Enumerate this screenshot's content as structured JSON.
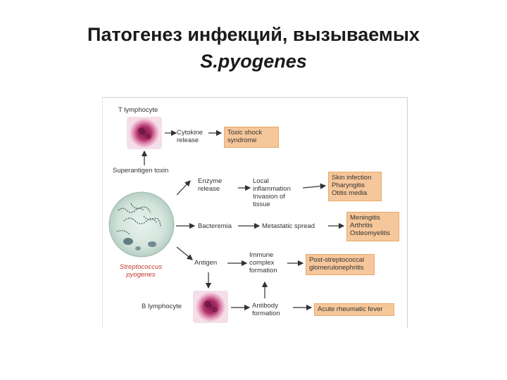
{
  "slide": {
    "title_line1": "Патогенез инфекций, вызываемых",
    "title_line2": "S.pyogenes"
  },
  "diagram": {
    "t_lymphocyte": "T lymphocyte",
    "b_lymphocyte": "B lymphocyte",
    "superantigen": "Superantigen toxin",
    "cytokine": "Cytokine\nrelease",
    "enzyme": "Enzyme\nrelease",
    "bacteremia": "Bacteremia",
    "antigen": "Antigen",
    "local": "Local\ninflammation\nInvasion of\ntissue",
    "metastatic": "Metastatic spread",
    "immune_complex": "Immune\ncomplex\nformation",
    "antibody": "Antibody\nformation",
    "species": "Streptococcus\npyogenes",
    "box_toxic_shock": "Toxic shock\nsyndrome",
    "box_skin": "Skin infection\nPharyngitis\nOtitis media",
    "box_meningitis": "Meningitis\nArthritis\nOsteomyelitis",
    "box_glomerulo": "Post-streptococcal\nglomerulonephritis",
    "box_rheumatic": "Acute rheumatic fever"
  },
  "colors": {
    "box_fill": "#f6c79b",
    "species_label": "#c0392b",
    "cell": "#b0306a"
  }
}
